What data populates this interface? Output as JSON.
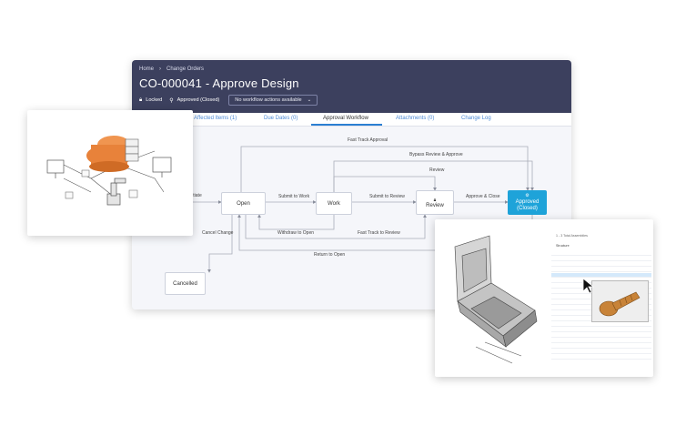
{
  "breadcrumb": {
    "home": "Home",
    "separator": "›",
    "section": "Change Orders"
  },
  "title": "CO-000041 - Approve Design",
  "status": {
    "locked_label": "Locked",
    "approved_label": "Approved (Closed)",
    "workflow_dropdown": "No workflow actions available"
  },
  "icons": {
    "lock": "lock-icon",
    "pin": "location-pin-icon",
    "chevron": "chevron-down-icon"
  },
  "tabs": [
    {
      "label": "Affected Items (1)"
    },
    {
      "label": "Due Dates (0)"
    },
    {
      "label": "Approval Workflow"
    },
    {
      "label": "Attachments (0)"
    },
    {
      "label": "Change Log"
    }
  ],
  "workflow": {
    "nodes": {
      "open": "Open",
      "work": "Work",
      "review": "Review",
      "approved_line1": "Approved",
      "approved_line2": "(Closed)",
      "cancelled": "Cancelled"
    },
    "edges": {
      "initiate": "Initiate",
      "submit_to_work": "Submit to Work",
      "submit_to_review": "Submit to Review",
      "approve_close": "Approve & Close",
      "fast_track_approval": "Fast Track Approval",
      "bypass_review": "Bypass Review & Approve",
      "review": "Review",
      "withdraw_to_open": "Withdraw to Open",
      "fast_track_to_review": "Fast Track to Review",
      "cancel_change": "Cancel Change",
      "return_to_open": "Return to Open"
    }
  },
  "bom": {
    "summary": "1 - 3 Total Assemblies",
    "column": "Structure"
  },
  "colors": {
    "header": "#3c405e",
    "accent": "#1ea3d9",
    "link": "#4f8bd6",
    "cloud": "#e8823a"
  }
}
